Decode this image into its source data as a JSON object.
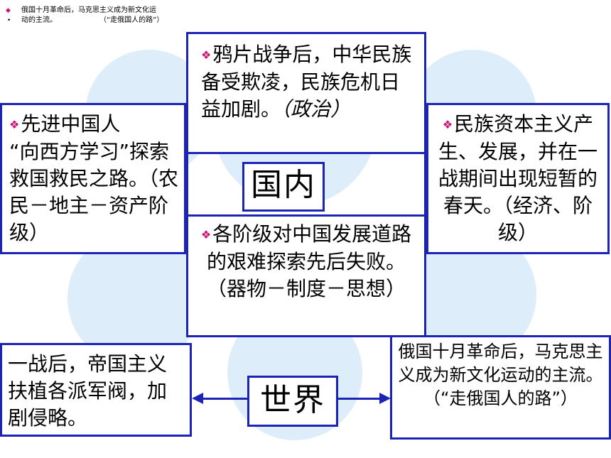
{
  "top_note": {
    "line1": "俄国十月革命后，马克思主义成为新文化运",
    "line2": "动的主流。",
    "line2_b": "（“走俄国人的路”）"
  },
  "center": {
    "domestic": "国内",
    "world": "世界"
  },
  "top_box": {
    "text": "鸦片战争后，中华民族备受欺凌，民族危机日益加剧。",
    "tag": "（政治）"
  },
  "left_box": {
    "line1": "先进中国人",
    "line2": "“向西方学习”探索救国救民之路。（农民－地主－资产阶级）"
  },
  "right_box": {
    "text": "民族资本主义产生、发展，并在一战期间出现短暂的春天。（经济、阶级）"
  },
  "bottom_box": {
    "text": "各阶级对中国发展道路的艰难探索先后失败。",
    "tag": "（器物－制度－思想）"
  },
  "world_left": {
    "text": "一战后，帝国主义扶植各派军阀，加剧侵略。"
  },
  "world_right": {
    "text": "俄国十月革命后，马克思主义成为新文化运动的主流。",
    "tag": "（“走俄国人的路”）"
  },
  "colors": {
    "border": "#1c24b8",
    "bullet": "#cc1177",
    "circle": "#ddeefa"
  }
}
